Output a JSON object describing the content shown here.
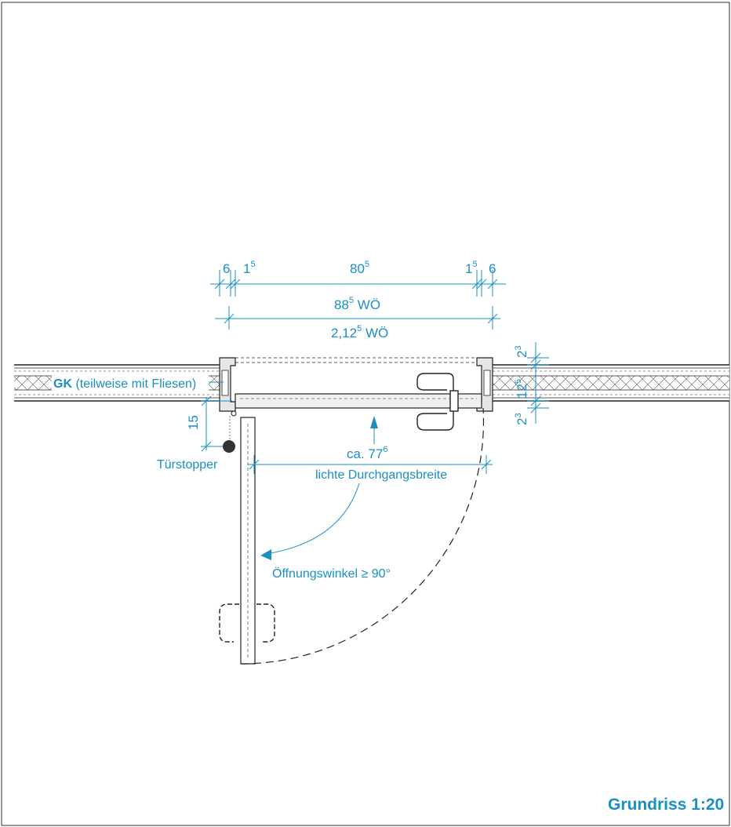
{
  "colors": {
    "accent": "#1a8fc4",
    "line": "#222222",
    "wall_fill": "#e6e6e6",
    "door_fill": "#f0f0f0",
    "stopper": "#333333"
  },
  "dimensions": {
    "top_left_a": {
      "base": "6",
      "sup": ""
    },
    "top_left_b": {
      "base": "1",
      "sup": "5"
    },
    "clear_width": {
      "base": "80",
      "sup": "5"
    },
    "top_right_b": {
      "base": "1",
      "sup": "5"
    },
    "top_right_a": {
      "base": "6",
      "sup": ""
    },
    "opening_width": {
      "base": "88",
      "sup": "5",
      "suffix": " WÖ"
    },
    "opening_height": {
      "base": "2,12",
      "sup": "5",
      "suffix": " WÖ"
    },
    "wall_top": {
      "base": "2",
      "sup": "3"
    },
    "wall_thickness": {
      "base": "12",
      "sup": "5"
    },
    "wall_bottom": {
      "base": "2",
      "sup": "3"
    },
    "stopper_offset": {
      "base": "15",
      "sup": ""
    },
    "passage_width": {
      "prefix": "ca. ",
      "base": "77",
      "sup": "6"
    }
  },
  "labels": {
    "wall_material_bold": "GK",
    "wall_material_rest": " (teilweise mit Fliesen)",
    "door_stopper": "Türstopper",
    "clear_passage": "lichte Durchgangsbreite",
    "opening_angle": "Öffnungswinkel ≥ 90°"
  },
  "title": "Grundriss 1:20"
}
